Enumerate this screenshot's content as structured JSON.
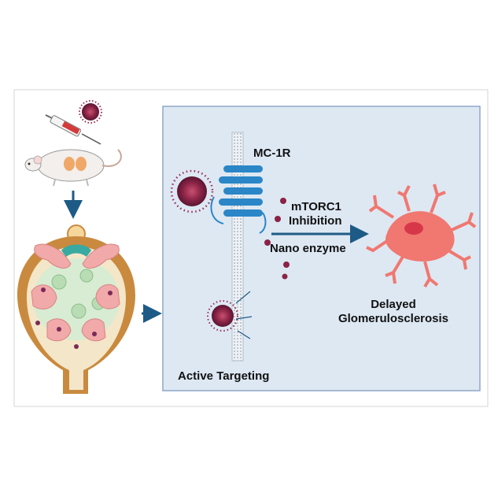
{
  "labels": {
    "receptor": "MC-1R",
    "mtorc1": "mTORC1",
    "inhibition": "Inhibition",
    "nano_enzyme": "Nano enzyme",
    "outcome_line1": "Delayed",
    "outcome_line2": "Glomerulosclerosis",
    "active_targeting": "Active Targeting"
  },
  "colors": {
    "panel_fill": "#dde8f3",
    "panel_border": "#8ea7c7",
    "arrow": "#1d5b86",
    "receptor": "#2a86c7",
    "podocyte": "#f07870",
    "nanoparticle": "#9b2a55",
    "kidney_brown": "#c98a3f",
    "pink_tissue": "#f1a9a9"
  }
}
